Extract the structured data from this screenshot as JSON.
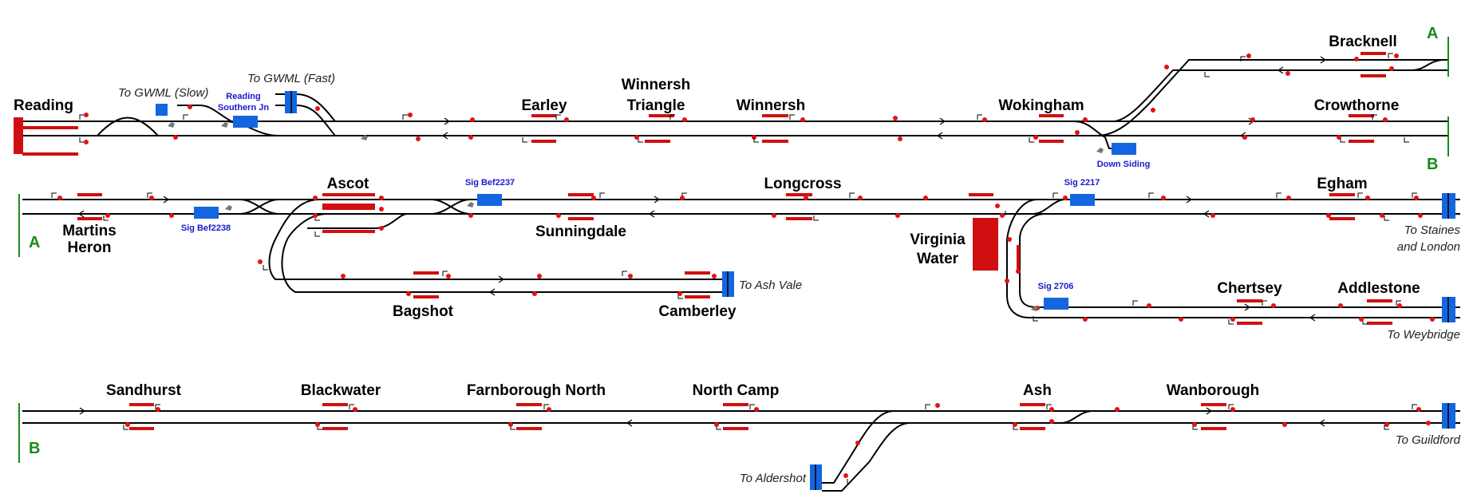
{
  "colors": {
    "track": "#000000",
    "platform": "#d01010",
    "signal": "#e81010",
    "berth": "#1466e0",
    "berth_text": "#1a1acc",
    "continuation_marker": "#1a8a1a"
  },
  "stations": {
    "reading": "Reading",
    "earley": "Earley",
    "winnersh_triangle_1": "Winnersh",
    "winnersh_triangle_2": "Triangle",
    "winnersh": "Winnersh",
    "wokingham": "Wokingham",
    "bracknell": "Bracknell",
    "crowthorne": "Crowthorne",
    "martins_heron_1": "Martins",
    "martins_heron_2": "Heron",
    "ascot": "Ascot",
    "sunningdale": "Sunningdale",
    "longcross": "Longcross",
    "virginia_water_1": "Virginia",
    "virginia_water_2": "Water",
    "egham": "Egham",
    "bagshot": "Bagshot",
    "camberley": "Camberley",
    "chertsey": "Chertsey",
    "addlestone": "Addlestone",
    "sandhurst": "Sandhurst",
    "blackwater": "Blackwater",
    "farnborough_north": "Farnborough North",
    "north_camp": "North Camp",
    "ash": "Ash",
    "wanborough": "Wanborough"
  },
  "destinations": {
    "gwml_slow": "To GWML (Slow)",
    "gwml_fast": "To GWML (Fast)",
    "staines_1": "To Staines",
    "staines_2": "and London",
    "ash_vale": "To Ash Vale",
    "weybridge": "To Weybridge",
    "guildford": "To Guildford",
    "aldershot": "To Aldershot"
  },
  "berth_labels": {
    "reading_southern_jn_1": "Reading",
    "reading_southern_jn_2": "Southern Jn",
    "down_siding": "Down Siding",
    "sig_bef2237": "Sig Bef2237",
    "sig_bef2238": "Sig Bef2238",
    "sig_2217": "Sig 2217",
    "sig_2706": "Sig 2706"
  },
  "markers": {
    "a_top": "A",
    "b_top": "B",
    "a_mid": "A",
    "b_bottom": "B"
  }
}
